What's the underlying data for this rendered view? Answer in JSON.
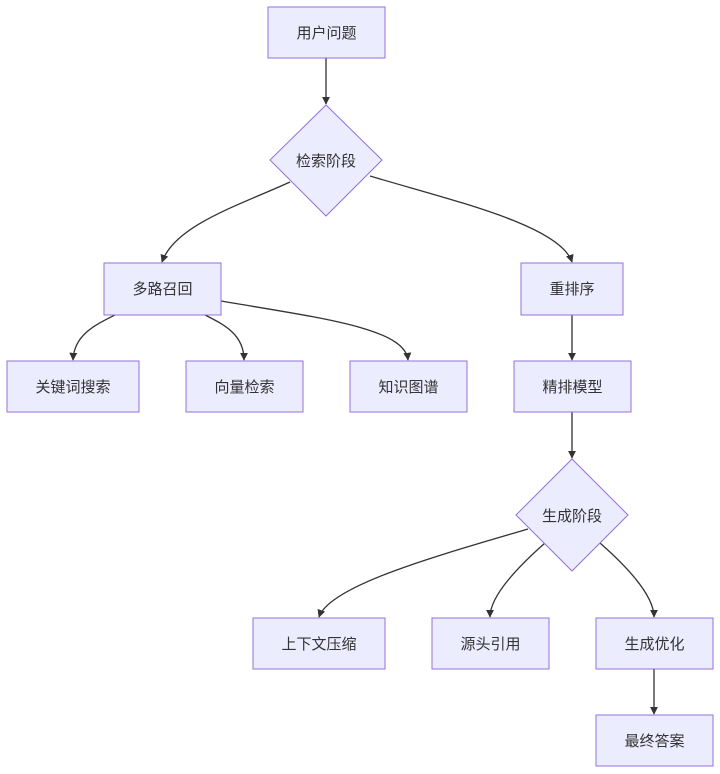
{
  "flowchart": {
    "nodes": {
      "user_question": "用户问题",
      "retrieval_stage": "检索阶段",
      "multi_recall": "多路召回",
      "rerank": "重排序",
      "keyword_search": "关键词搜索",
      "vector_search": "向量检索",
      "knowledge_graph": "知识图谱",
      "fine_rank_model": "精排模型",
      "generation_stage": "生成阶段",
      "context_compression": "上下文压缩",
      "source_citation": "源头引用",
      "generation_optimization": "生成优化",
      "final_answer": "最终答案"
    },
    "edges": [
      [
        "user_question",
        "retrieval_stage"
      ],
      [
        "retrieval_stage",
        "multi_recall"
      ],
      [
        "retrieval_stage",
        "rerank"
      ],
      [
        "multi_recall",
        "keyword_search"
      ],
      [
        "multi_recall",
        "vector_search"
      ],
      [
        "multi_recall",
        "knowledge_graph"
      ],
      [
        "rerank",
        "fine_rank_model"
      ],
      [
        "fine_rank_model",
        "generation_stage"
      ],
      [
        "generation_stage",
        "context_compression"
      ],
      [
        "generation_stage",
        "source_citation"
      ],
      [
        "generation_stage",
        "generation_optimization"
      ],
      [
        "generation_optimization",
        "final_answer"
      ]
    ],
    "colors": {
      "node_fill": "#ECECFF",
      "node_stroke": "#9370DB",
      "edge": "#333333",
      "text": "#333333"
    }
  }
}
